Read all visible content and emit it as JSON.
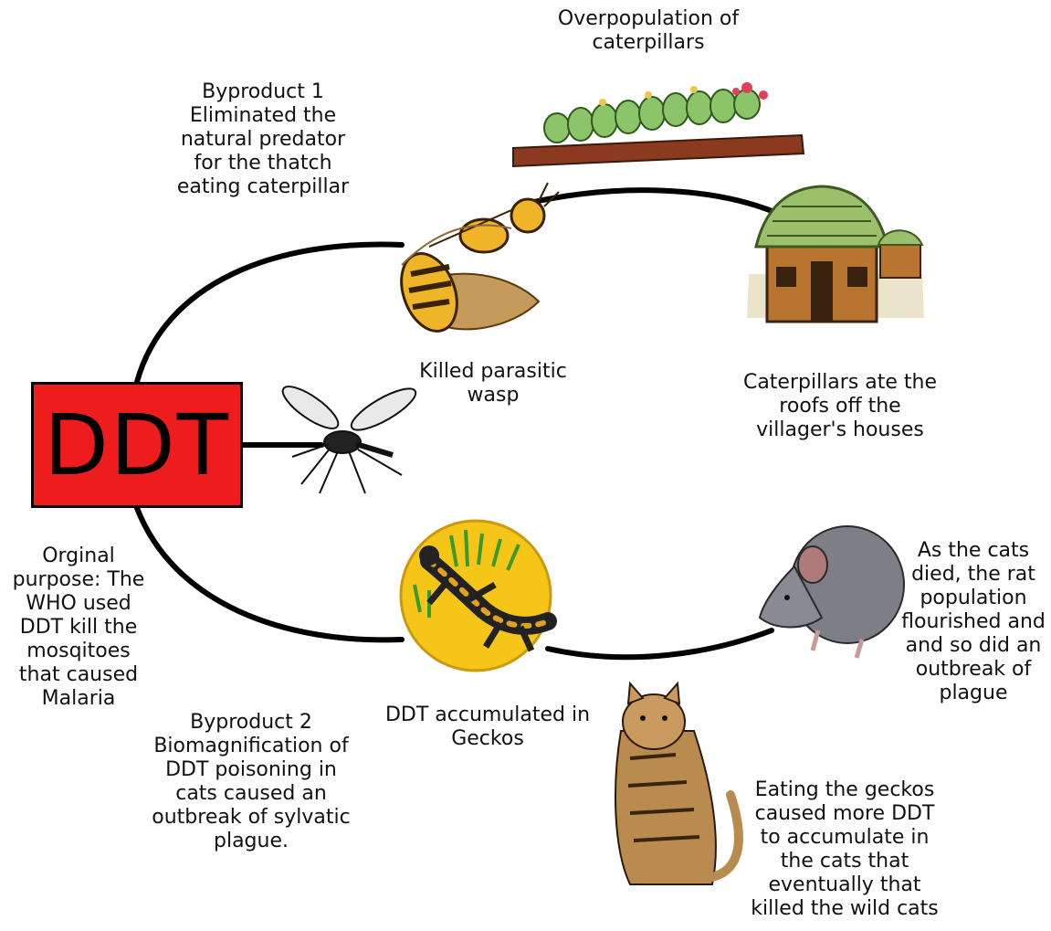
{
  "center": {
    "label": "DDT"
  },
  "labels": {
    "overpopulation": [
      "Overpopulation of",
      "caterpillars"
    ],
    "byproduct1": [
      "Byproduct 1",
      "Eliminated the",
      "natural predator",
      "for the thatch",
      "eating caterpillar"
    ],
    "wasp": [
      "Killed parasitic",
      "wasp"
    ],
    "roofs": [
      "Caterpillars ate the",
      "roofs off the",
      "villager's houses"
    ],
    "original": [
      "Orginal",
      "purpose: The",
      "WHO used",
      "DDT kill the",
      "mosqitoes",
      "that caused",
      "Malaria"
    ],
    "rats": [
      "As the cats",
      "died, the rat",
      "population",
      "flourished  and",
      "and so did an",
      "outbreak of",
      "plague"
    ],
    "geckos": [
      "DDT accumulated in",
      "Geckos"
    ],
    "byproduct2": [
      "Byproduct 2",
      "Biomagnification of",
      "DDT poisoning in",
      "cats caused an",
      "outbreak of sylvatic",
      "plague."
    ],
    "cats": [
      "Eating the geckos",
      "caused more DDT",
      "to accumulate in",
      "the cats that",
      "eventually that",
      "killed the wild cats"
    ]
  },
  "colors": {
    "ddt_box": "#ee1c1c",
    "loop": "#000000",
    "gecko_disc": "#f5c518"
  },
  "icons": [
    "mosquito-icon",
    "wasp-icon",
    "caterpillar-icon",
    "hut-icon",
    "rat-icon",
    "gecko-icon",
    "cat-icon"
  ]
}
